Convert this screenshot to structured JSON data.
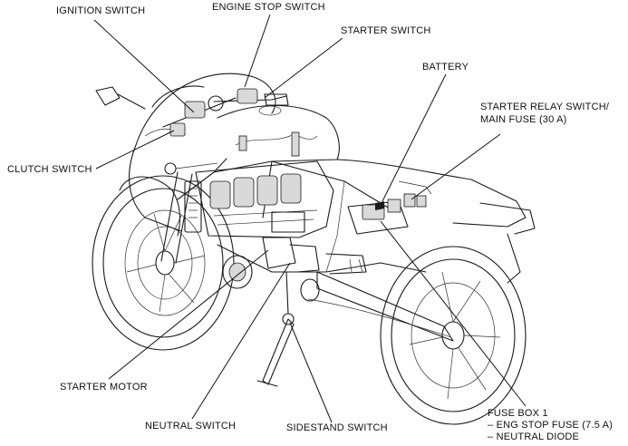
{
  "labels": {
    "ignition_switch": "IGNITION SWITCH",
    "engine_stop_switch": "ENGINE STOP SWITCH",
    "starter_switch": "STARTER SWITCH",
    "battery": "BATTERY",
    "starter_relay_line1": "STARTER RELAY SWITCH/",
    "starter_relay_line2": "MAIN FUSE (30 A)",
    "clutch_switch": "CLUTCH SWITCH",
    "starter_motor": "STARTER MOTOR",
    "neutral_switch": "NEUTRAL SWITCH",
    "sidestand_switch": "SIDESTAND SWITCH",
    "fuse_box_line1": "FUSE BOX 1",
    "fuse_box_line2": "– ENG STOP FUSE (7.5 A)",
    "fuse_box_line3": "– NEUTRAL DIODE"
  }
}
